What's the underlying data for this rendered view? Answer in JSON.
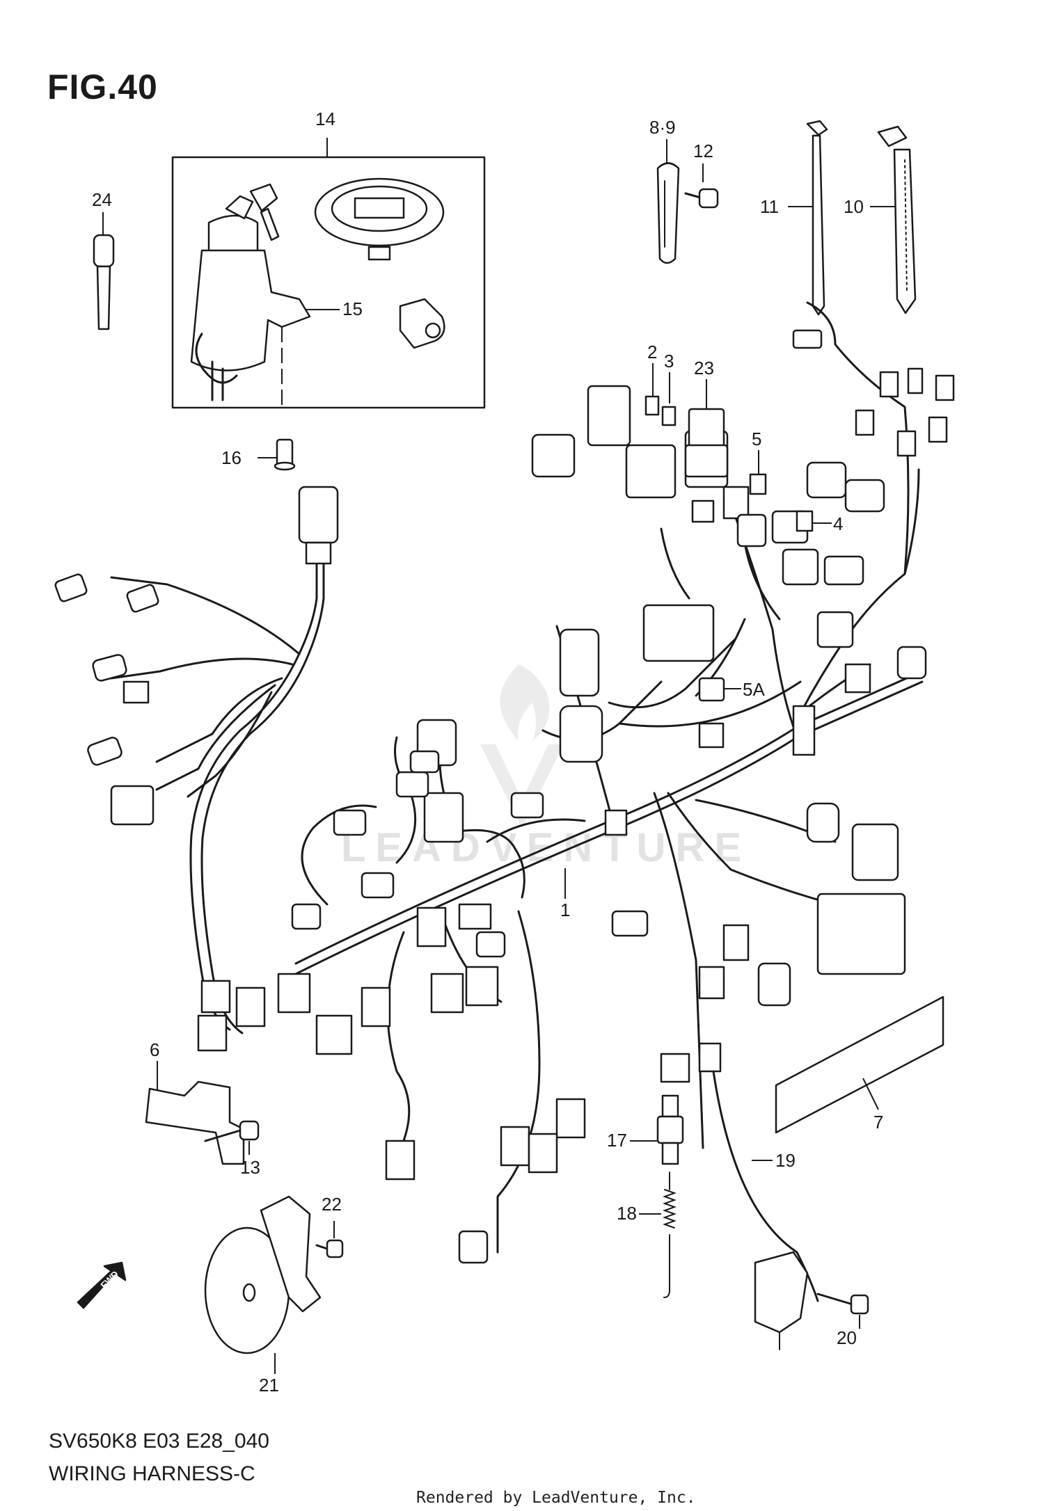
{
  "figure": {
    "title": "FIG.40",
    "model_code": "SV650K8 E03 E28_040",
    "section_name": "WIRING HARNESS-C",
    "credit": "Rendered by LeadVenture, Inc.",
    "watermark": "LEADVENTURE"
  },
  "callouts": [
    {
      "id": "c14",
      "text": "14"
    },
    {
      "id": "c24",
      "text": "24"
    },
    {
      "id": "c15",
      "text": "15"
    },
    {
      "id": "c16",
      "text": "16"
    },
    {
      "id": "c89",
      "text": "8·9"
    },
    {
      "id": "c12",
      "text": "12"
    },
    {
      "id": "c11",
      "text": "11"
    },
    {
      "id": "c10",
      "text": "10"
    },
    {
      "id": "c2",
      "text": "2"
    },
    {
      "id": "c3",
      "text": "3"
    },
    {
      "id": "c23",
      "text": "23"
    },
    {
      "id": "c5",
      "text": "5"
    },
    {
      "id": "c4",
      "text": "4"
    },
    {
      "id": "c5a",
      "text": "5A"
    },
    {
      "id": "c1",
      "text": "1"
    },
    {
      "id": "c6",
      "text": "6"
    },
    {
      "id": "c13",
      "text": "13"
    },
    {
      "id": "c7",
      "text": "7"
    },
    {
      "id": "c17",
      "text": "17"
    },
    {
      "id": "c19",
      "text": "19"
    },
    {
      "id": "c18",
      "text": "18"
    },
    {
      "id": "c22",
      "text": "22"
    },
    {
      "id": "c20",
      "text": "20"
    },
    {
      "id": "c21",
      "text": "21"
    }
  ],
  "icons": {
    "fwd_arrow": "fwd-arrow-icon",
    "fwd_label": "FWD"
  }
}
